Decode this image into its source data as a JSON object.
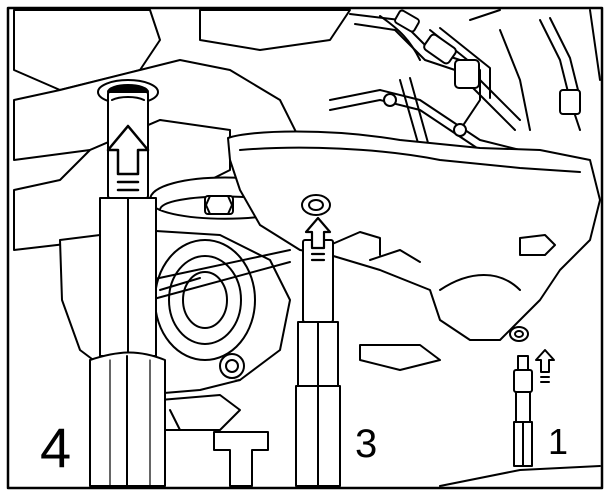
{
  "labels": {
    "step_4": "4",
    "step_3": "3",
    "step_1": "1"
  },
  "icons": {
    "arrow": "up-arrow-icon"
  },
  "colors": {
    "line": "#000000",
    "fill": "#ffffff",
    "frame": "#000000"
  }
}
